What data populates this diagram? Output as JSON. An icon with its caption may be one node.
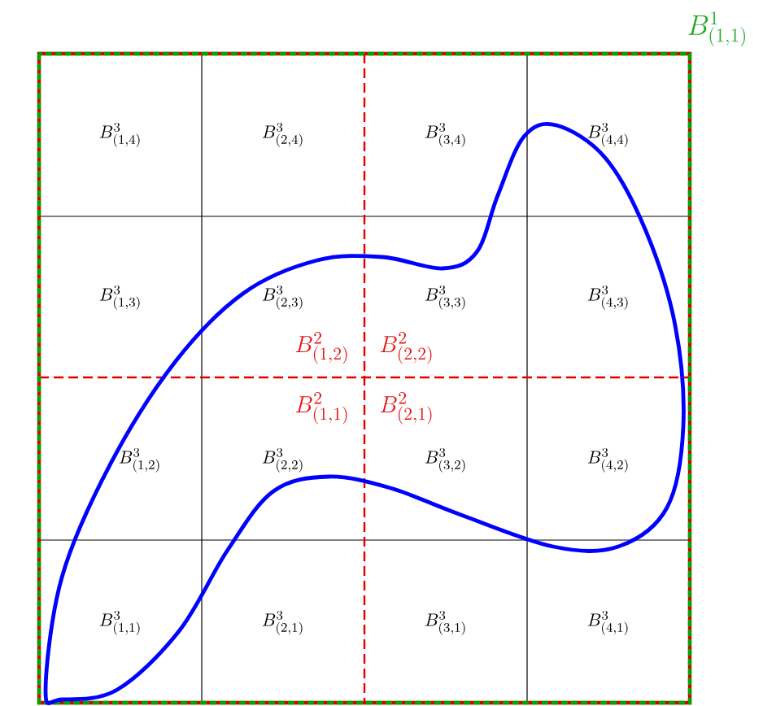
{
  "diagram": {
    "labels": [
      "B^1_{(1,1)}",
      "B^3_{(1,4)}",
      "B^3_{(2,4)}",
      "B^3_{(3,4)}",
      "B^3_{(4,4)}",
      "B^3_{(1,3)}",
      "B^3_{(2,3)}",
      "B^3_{(3,3)}",
      "B^3_{(4,3)}",
      "B^2_{(1,2)}",
      "B^2_{(2,2)}",
      "B^2_{(1,1)}",
      "B^2_{(2,1)}",
      "B^3_{(1,2)}",
      "B^3_{(2,2)}",
      "B^3_{(3,2)}",
      "B^3_{(4,2)}",
      "B^3_{(1,1)}",
      "B^3_{(2,1)}",
      "B^3_{(3,1)}",
      "B^3_{(4,1)}"
    ]
  }
}
